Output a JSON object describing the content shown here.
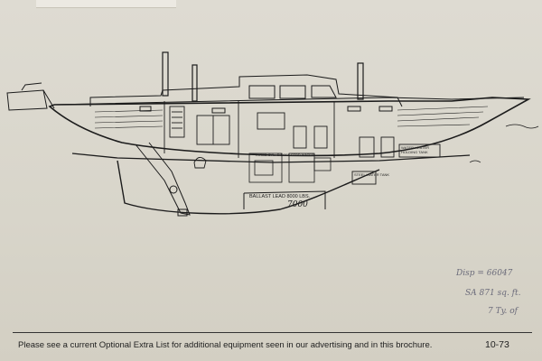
{
  "labels": {
    "ballast": "BALLAST LEAD 8000 LBS.",
    "ballast_hand": "7000",
    "three_cyl": "THREE CYL. DIESEL",
    "water": "STBD WATER",
    "steel_water": "STEEL WATER TANK",
    "waterheater": "WATER HEATER",
    "waste": "HOLDING TANK"
  },
  "handwritten": {
    "line1": "Disp = 66047",
    "line2": "SA 871 sq. ft.",
    "line3": "7 Ty. of"
  },
  "footer": {
    "text": "Please see a current Optional Extra List for additional equipment seen in our advertising and in this brochure.",
    "code": "10-73"
  }
}
